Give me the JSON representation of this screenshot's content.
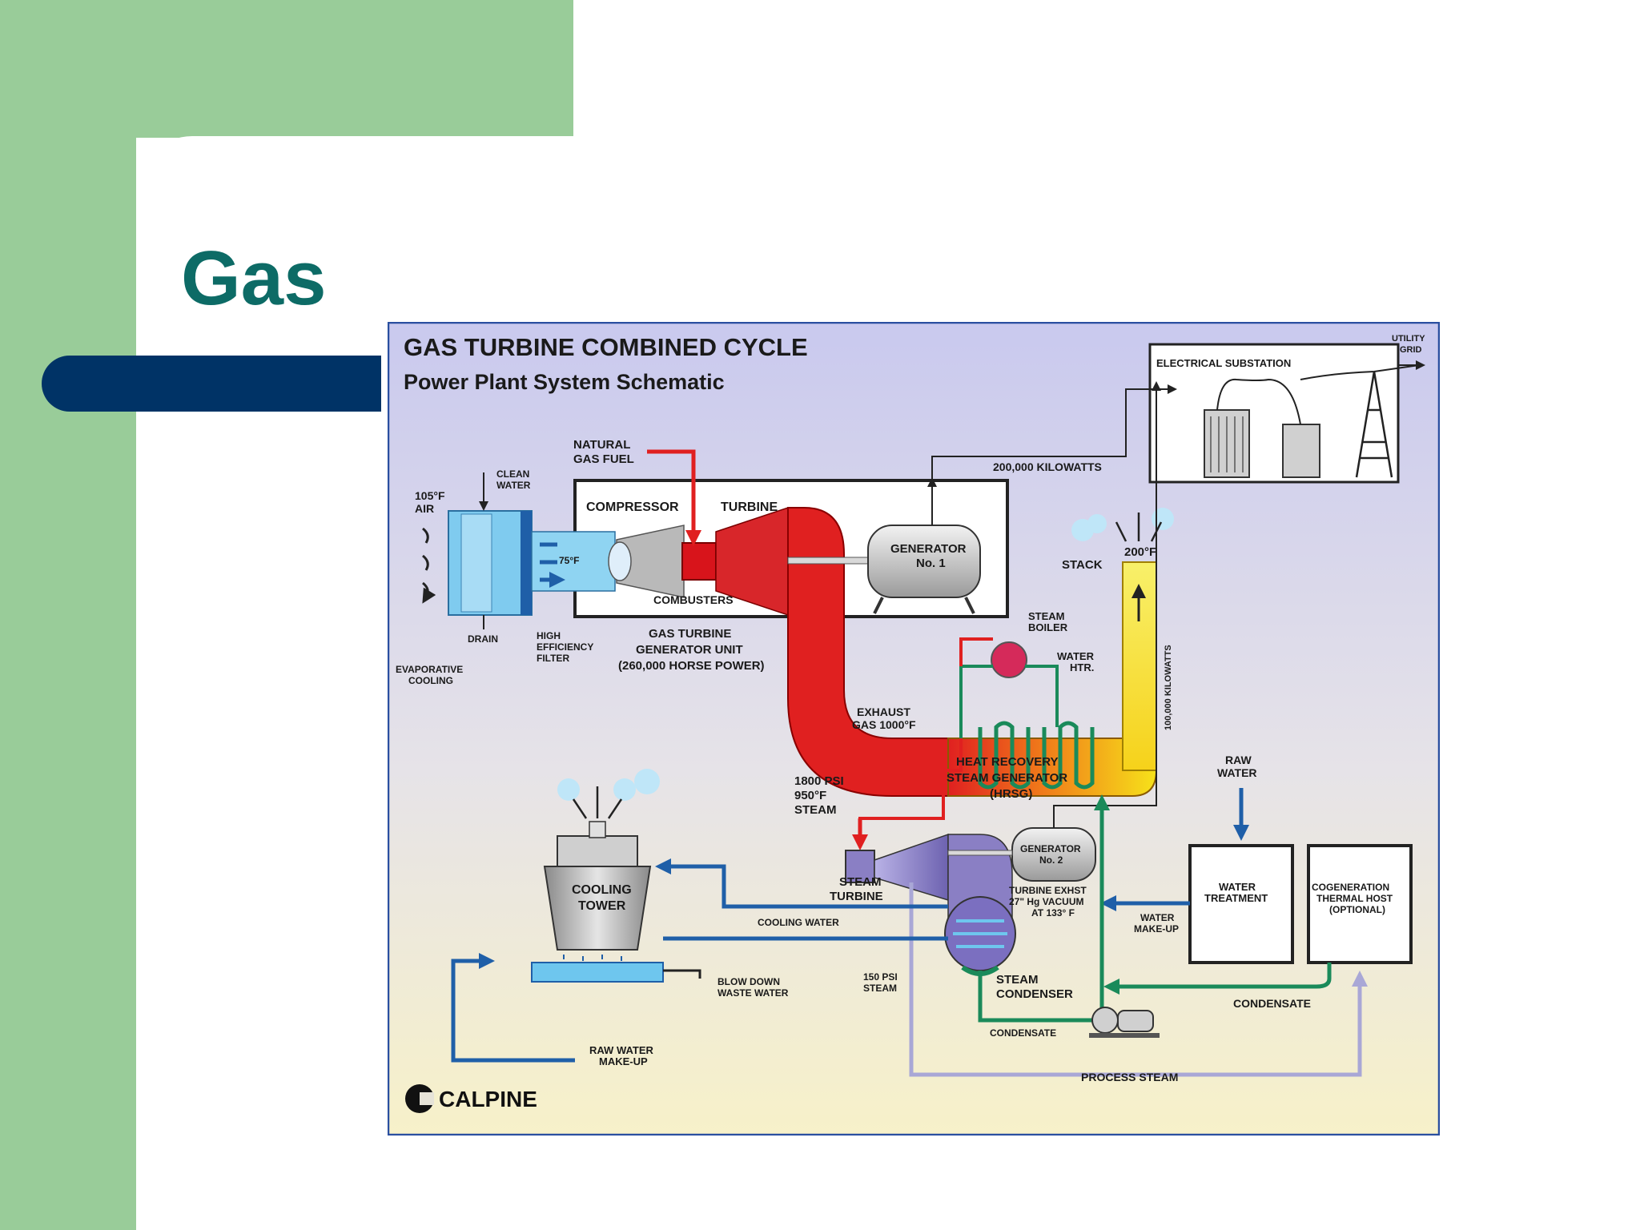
{
  "slide": {
    "title": "Gas"
  },
  "diagram": {
    "title": "GAS TURBINE COMBINED CYCLE",
    "subtitle": "Power Plant System Schematic",
    "labels": {
      "natural_gas_fuel_1": "NATURAL",
      "natural_gas_fuel_2": "GAS FUEL",
      "clean_water_1": "CLEAN",
      "clean_water_2": "WATER",
      "air_temp": "105°F",
      "air": "AIR",
      "compressor": "COMPRESSOR",
      "turbine": "TURBINE",
      "inlet_temp": "75°F",
      "combusters": "COMBUSTERS",
      "drain": "DRAIN",
      "hef_1": "HIGH",
      "hef_2": "EFFICIENCY",
      "hef_3": "FILTER",
      "evap_1": "EVAPORATIVE",
      "evap_2": "COOLING",
      "gtg_1": "GAS TURBINE",
      "gtg_2": "GENERATOR UNIT",
      "gtg_3": "(260,000 HORSE POWER)",
      "gen1_1": "GENERATOR",
      "gen1_2": "No. 1",
      "kw200": "200,000 KILOWATTS",
      "substation": "ELECTRICAL SUBSTATION",
      "utility_1": "UTILITY",
      "utility_2": "GRID",
      "stack": "STACK",
      "stack_temp": "200°F",
      "steam_boiler_1": "STEAM",
      "steam_boiler_2": "BOILER",
      "water_htr_1": "WATER",
      "water_htr_2": "HTR.",
      "exhaust_1": "EXHAUST",
      "exhaust_2": "GAS 1000°F",
      "hrsg_1": "HEAT RECOVERY",
      "hrsg_2": "STEAM GENERATOR",
      "hrsg_3": "(HRSG)",
      "kw100": "100,000 KILOWATTS",
      "raw_water_1": "RAW",
      "raw_water_2": "WATER",
      "steam_1800_1": "1800 PSI",
      "steam_1800_2": "950°F",
      "steam_1800_3": "STEAM",
      "gen2_1": "GENERATOR",
      "gen2_2": "No. 2",
      "steam_turbine_1": "STEAM",
      "steam_turbine_2": "TURBINE",
      "exhaust_vac_1": "TURBINE EXHST",
      "exhaust_vac_2": "27\" Hg VACUUM",
      "exhaust_vac_3": "AT 133° F",
      "water_makeup_1": "WATER",
      "water_makeup_2": "MAKE-UP",
      "water_treatment_1": "WATER",
      "water_treatment_2": "TREATMENT",
      "cogen_1": "COGENERATION",
      "cogen_2": "THERMAL HOST",
      "cogen_3": "(OPTIONAL)",
      "cooling_tower_1": "COOLING",
      "cooling_tower_2": "TOWER",
      "cooling_water": "COOLING WATER",
      "blow_down_1": "BLOW DOWN",
      "blow_down_2": "WASTE WATER",
      "psi150_1": "150 PSI",
      "psi150_2": "STEAM",
      "steam_condenser_1": "STEAM",
      "steam_condenser_2": "CONDENSER",
      "condensate_right": "CONDENSATE",
      "condensate_bottom": "CONDENSATE",
      "raw_water_makeup_1": "RAW WATER",
      "raw_water_makeup_2": "MAKE-UP",
      "process_steam": "PROCESS STEAM",
      "calpine": "CALPINE"
    },
    "colors": {
      "gas_flow": "#e02020",
      "water_flow": "#1f5fa8",
      "condensate": "#1a8a5a",
      "process_steam": "#a9a7d6",
      "inlet_air": "#6ec6ee",
      "steam_turbine": "#8a7fc4"
    }
  }
}
